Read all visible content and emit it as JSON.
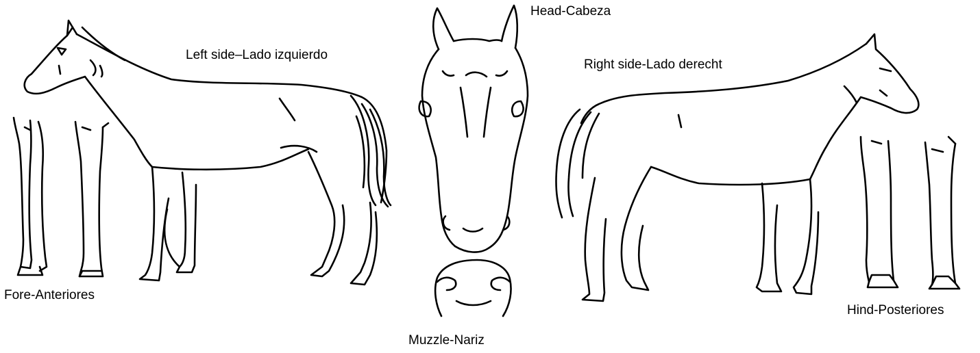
{
  "labels": {
    "left_side": "Left side–Lado izquierdo",
    "right_side": "Right side-Lado derecht",
    "head": "Head-Cabeza",
    "fore": "Fore-Anteriores",
    "hind": "Hind-Posteriores",
    "muzzle": "Muzzle-Nariz"
  },
  "colors": {
    "line": "#000000",
    "background": "#ffffff"
  }
}
